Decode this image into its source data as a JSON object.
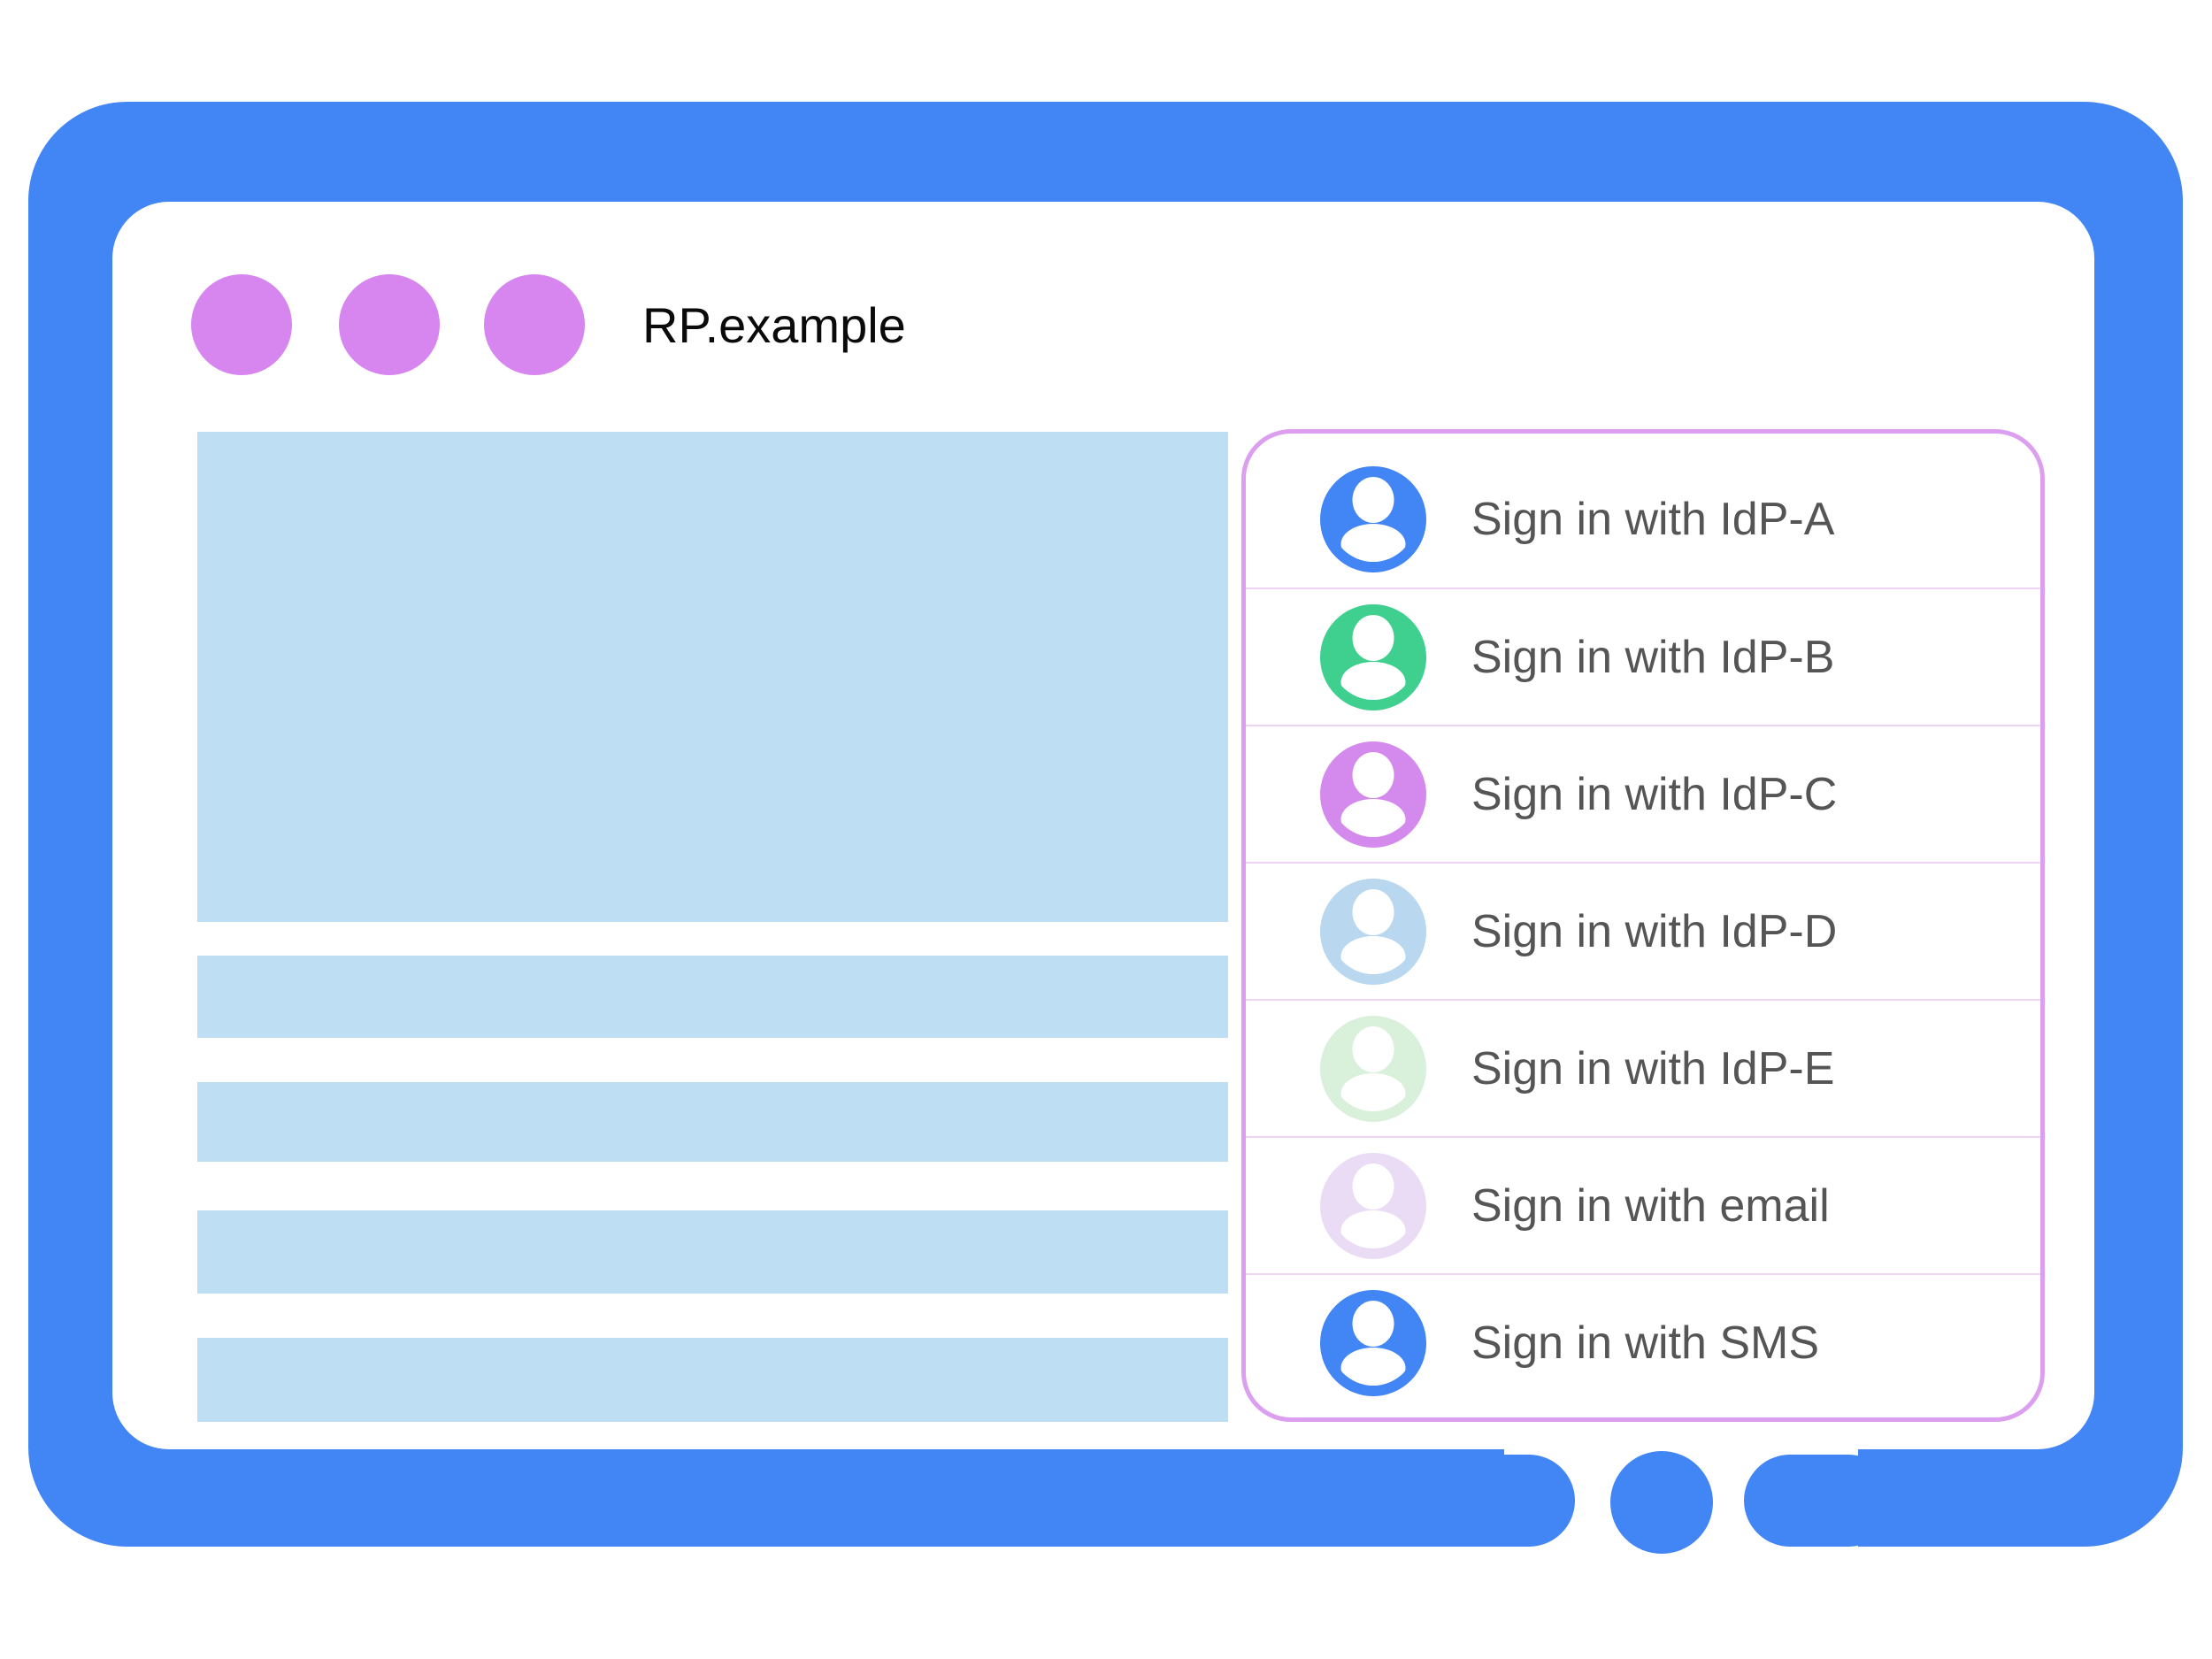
{
  "window": {
    "site_title": "RP.example",
    "control_dots": 3
  },
  "signin_panel": {
    "items": [
      {
        "id": "idp-a",
        "label": "Sign in with IdP-A",
        "avatar_color": "#4285f4"
      },
      {
        "id": "idp-b",
        "label": "Sign in with IdP-B",
        "avatar_color": "#3fd08f"
      },
      {
        "id": "idp-c",
        "label": "Sign in with IdP-C",
        "avatar_color": "#d48aec"
      },
      {
        "id": "idp-d",
        "label": "Sign in with IdP-D",
        "avatar_color": "#b9d8f0"
      },
      {
        "id": "idp-e",
        "label": "Sign in with IdP-E",
        "avatar_color": "#d9f0da"
      },
      {
        "id": "email",
        "label": "Sign in with email",
        "avatar_color": "#eadcf5"
      },
      {
        "id": "sms",
        "label": "Sign in with SMS",
        "avatar_color": "#4285f4"
      }
    ]
  },
  "colors": {
    "frame_blue": "#4285f4",
    "dot_purple": "#d785ef",
    "placeholder_blue": "#bedef3",
    "panel_border": "#dc9ff0",
    "separator_pink": "#ecd4f2",
    "label_gray": "#555555",
    "title_text": "#0a0a0a",
    "avatar_silhouette": "#ffffff"
  }
}
